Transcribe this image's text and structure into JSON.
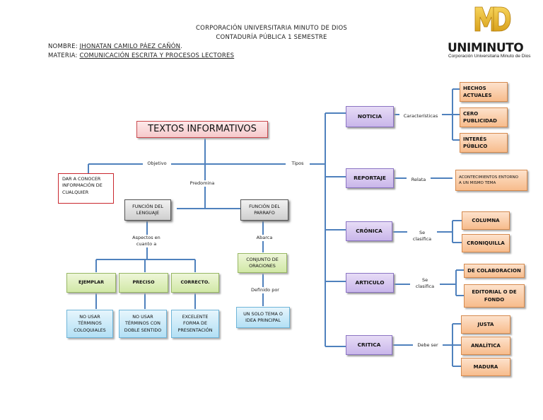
{
  "header": {
    "line1": "CORPORACIÓN UNIVERSITARIA MINUTO DE DIOS",
    "line2": "CONTADURÍA PÚBLICA 1 SEMESTRE",
    "nombre_label": "NOMBRE: ",
    "nombre_value": "JHONATAN CAMILO PÁEZ CAÑÓN",
    "nombre_end": ".",
    "materia_label": "MATERIA: ",
    "materia_value": "COMUNICACIÓN ESCRITA Y PROCESOS LECTORES"
  },
  "logo": {
    "mark": "MD",
    "name": "UNIMINUTO",
    "subtitle": "Corporación Universitaria Minuto de Dios"
  },
  "map": {
    "root": "TEXTOS INFORMATIVOS",
    "labels": {
      "objetivo": "Objetivo",
      "tipos": "Tipos",
      "predomina": "Predomina",
      "aspectos": "Aspectos en\ncuanto a",
      "abarca": "Abarca",
      "definido": "Definido por",
      "caracteristicas": "Características",
      "relata": "Relata",
      "se_clasifica_1": "Se\nclasifica",
      "se_clasifica_2": "Se\nclasifica",
      "debe_ser": "Debe ser"
    },
    "objetivo_box": "DAR A CONOCER\nINFORMACIÓN DE\nCUALQUIER",
    "funcion_lenguaje": "FUNCIÓN DEL\nLENGUAJE",
    "funcion_parrafo": "FUNCIÓN DEL\nPARRAFO",
    "aspectos": [
      {
        "label": "EJEMPLAR",
        "detail": "NO USAR\nTÉRMINOS\nCOLOQUIALES"
      },
      {
        "label": "PRECISO",
        "detail": "NO USAR\nTÉRMINOS CON\nDOBLE SENTIDO"
      },
      {
        "label": "CORRECTO.",
        "detail": "EXCELENTE\nFORMA DE\nPRESENTACIÓN"
      }
    ],
    "conjunto": "CONJUNTO DE\nORACIONES",
    "tema": "UN SOLO TEMA O\nIDEA PRINCIPAL",
    "tipos": [
      {
        "label": "NOTICIA",
        "items": [
          "HECHOS\nACTUALES",
          "CERO\nPUBLICIDAD",
          "INTERÉS\nPÚBLICO"
        ]
      },
      {
        "label": "REPORTAJE",
        "items": [
          "ACONTECIMIENTOS ENTORNO\nA UN MISMO TEMA"
        ]
      },
      {
        "label": "CRÓNICA",
        "items": [
          "COLUMNA",
          "CRONIQUILLA"
        ]
      },
      {
        "label": "ARTICULO",
        "items": [
          "DE COLABORACION",
          "EDITORIAL O DE\nFONDO"
        ]
      },
      {
        "label": "CRITICA",
        "items": [
          "JUSTA",
          "ANALÍTICA",
          "MADURA"
        ]
      }
    ]
  },
  "colors": {
    "connector": "#4f81bd",
    "purple": "#c9b6ea",
    "orange": "#f7bc8c",
    "green": "#d1e8a6",
    "blue": "#b3e0f5",
    "pink": "#f6c9cb",
    "red_border": "#c9272e"
  }
}
